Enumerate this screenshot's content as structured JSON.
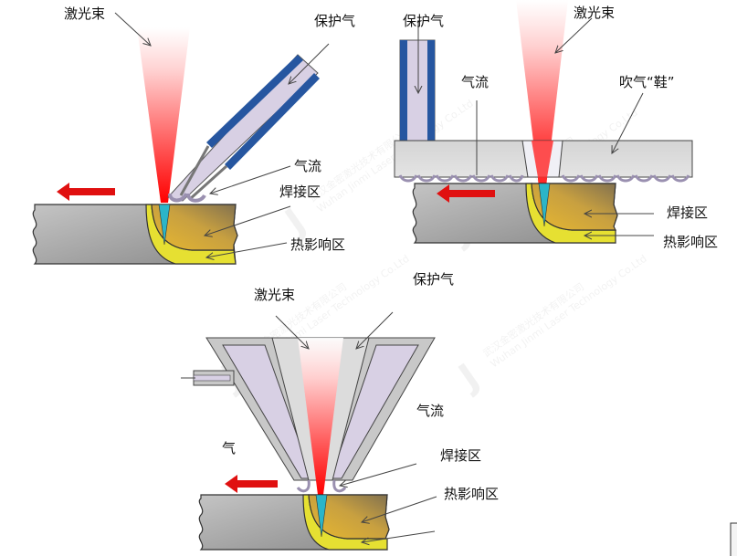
{
  "diagram": {
    "title": "Laser welding shielding gas methods",
    "colors": {
      "laser_core": "#ff1a1a",
      "laser_fade": "#ffe6e6",
      "workpiece": "#b4b4b4",
      "weld_zone": "#d4a838",
      "haz": "#e8e030",
      "keyhole": "#2bb5c8",
      "tube_blue": "#2656a0",
      "gas_fill": "#d8d0e4",
      "nozzle_grey": "#c8c8c8",
      "arrow_red": "#e01010"
    },
    "panels": [
      {
        "id": "side-nozzle",
        "labels": {
          "laser_beam": "激光束",
          "shielding_gas": "保护气",
          "gas_flow": "气流",
          "weld_zone": "焊接区",
          "haz": "热影响区"
        }
      },
      {
        "id": "trailing-shoe",
        "labels": {
          "shielding_gas": "保护气",
          "laser_beam": "激光束",
          "gas_flow": "气流",
          "gas_shoe": "吹气“鞋”",
          "weld_zone": "焊接区",
          "haz": "热影响区"
        }
      },
      {
        "id": "coaxial-nozzle",
        "labels": {
          "laser_beam": "激光束",
          "shielding_gas": "保护气",
          "gas_flow": "气流",
          "gas_partial": "气",
          "weld_zone": "焊接区",
          "haz": "热影响区"
        }
      }
    ],
    "watermark": {
      "cn": "武汉金密激光技术有限公司",
      "en": "Wuhan Jinmi Laser Technology Co.Ltd",
      "logo": "J"
    }
  }
}
